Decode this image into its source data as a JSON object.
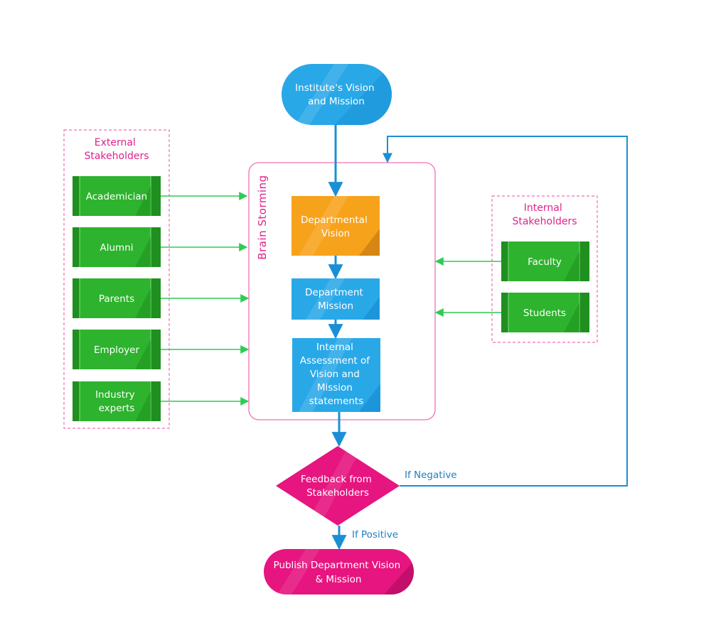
{
  "nodes": {
    "institute": [
      "Institute's Vision",
      "and Mission"
    ],
    "dept_vision": [
      "Departmental",
      "Vision"
    ],
    "dept_mission": [
      "Department",
      "Mission"
    ],
    "internal_assessment": [
      "Internal",
      "Assessment of",
      "Vision and",
      "Mission",
      "statements"
    ],
    "feedback": [
      "Feedback from",
      "Stakeholders"
    ],
    "publish": [
      "Publish Department Vision",
      "& Mission"
    ]
  },
  "groups": {
    "external": {
      "title": [
        "External",
        "Stakeholders"
      ],
      "items": [
        [
          "Academician"
        ],
        [
          "Alumni"
        ],
        [
          "Parents"
        ],
        [
          "Employer"
        ],
        [
          "Industry",
          "experts"
        ]
      ]
    },
    "internal": {
      "title": [
        "Internal",
        "Stakeholders"
      ],
      "items": [
        [
          "Faculty"
        ],
        [
          "Students"
        ]
      ]
    },
    "brainstorming": {
      "title": "Brain Storming"
    }
  },
  "edges": {
    "negative_label": "If Negative",
    "positive_label": "If Positive"
  },
  "colors": {
    "blue": "#29a8e8",
    "blue_dark": "#1a8fd6",
    "orange": "#f7a21b",
    "green": "#2db32d",
    "green_dark": "#1f8f1f",
    "magenta": "#e6157f",
    "pink_border": "#f06fb3",
    "arrow_blue": "#1a8fd6",
    "arrow_green": "#2ecc55"
  }
}
